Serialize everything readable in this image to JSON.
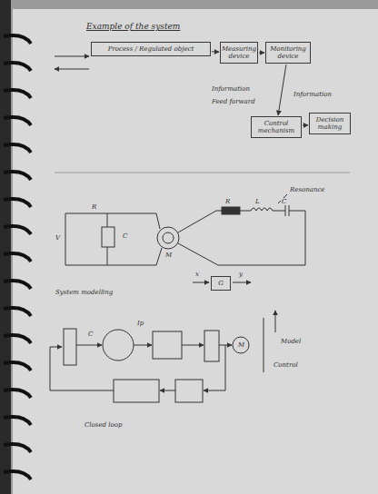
{
  "diagram": {
    "title": "Example of the system",
    "nodes": [
      {
        "text": [
          "Process / Regulated object"
        ]
      },
      {
        "text": [
          "Measuring device"
        ]
      },
      {
        "text": [
          "Monitoring device"
        ]
      },
      {
        "text": [
          "Control mechanism"
        ]
      },
      {
        "text": [
          "Decision making"
        ]
      },
      {
        "text": [
          "G"
        ]
      }
    ],
    "edges": [
      {
        "from": 0,
        "to": 1,
        "arrow": "to"
      },
      {
        "from": 1,
        "to": 2,
        "arrow": "to"
      },
      {
        "from": 2,
        "to": 3,
        "arrow": "to"
      },
      {
        "from": 3,
        "to": 4,
        "arrow": "to"
      }
    ],
    "labels": [
      "Information",
      "Feed forward",
      "Information",
      "V",
      "R",
      "C",
      "M",
      "R",
      "L",
      "C",
      "Resonance",
      "System modelling",
      "x",
      "y",
      "C",
      "Ip",
      "M",
      "Model",
      "Control",
      "Closed loop"
    ]
  }
}
